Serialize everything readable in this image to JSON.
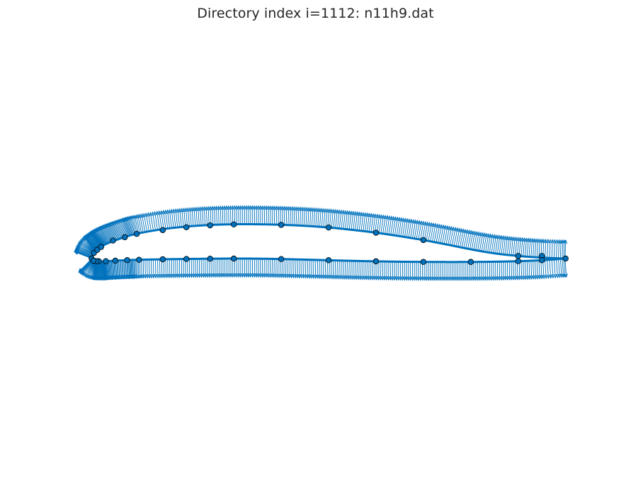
{
  "chart_data": {
    "type": "line",
    "title": "Directory index i=1112: n11h9.dat",
    "xlabel": "",
    "ylabel": "",
    "xlim": [
      -0.02,
      1.02
    ],
    "ylim": [
      -0.25,
      0.3
    ],
    "axes_visible": false,
    "grid": false,
    "legend": "none",
    "colors": {
      "surface": "#0072BD",
      "normals": "#0072BD",
      "control_marker_edge": "#000000",
      "control_marker_face": "#0072BD",
      "title": "#262626"
    },
    "series": [
      {
        "role": "upper-surface",
        "x": [
          0.0,
          0.005,
          0.01,
          0.02,
          0.03,
          0.05,
          0.075,
          0.1,
          0.15,
          0.2,
          0.25,
          0.3,
          0.35,
          0.4,
          0.45,
          0.5,
          0.55,
          0.6,
          0.65,
          0.7,
          0.75,
          0.8,
          0.85,
          0.9,
          0.95,
          1.0
        ],
        "y": [
          0.0,
          0.0125,
          0.0175,
          0.0245,
          0.0305,
          0.0385,
          0.047,
          0.0535,
          0.062,
          0.0675,
          0.0708,
          0.0723,
          0.0723,
          0.0712,
          0.069,
          0.0655,
          0.0605,
          0.0545,
          0.0472,
          0.039,
          0.0295,
          0.0195,
          0.011,
          0.0055,
          0.002,
          0.0
        ]
      },
      {
        "role": "lower-surface",
        "x": [
          0.0,
          0.005,
          0.01,
          0.02,
          0.03,
          0.05,
          0.075,
          0.1,
          0.15,
          0.2,
          0.25,
          0.3,
          0.35,
          0.4,
          0.45,
          0.5,
          0.55,
          0.6,
          0.65,
          0.7,
          0.75,
          0.8,
          0.85,
          0.9,
          0.95,
          1.0
        ],
        "y": [
          0.0,
          -0.0045,
          -0.0055,
          -0.006,
          -0.0055,
          -0.0045,
          -0.0033,
          -0.0025,
          -0.0015,
          -0.0008,
          -0.0003,
          0.0,
          -0.0002,
          -0.001,
          -0.0022,
          -0.0035,
          -0.0048,
          -0.0058,
          -0.0066,
          -0.007,
          -0.0072,
          -0.0071,
          -0.0066,
          -0.0055,
          -0.0035,
          0.0
        ]
      }
    ],
    "control_points": {
      "x": [
        0.0,
        0.005,
        0.012,
        0.02,
        0.045,
        0.07,
        0.095,
        0.15,
        0.2,
        0.25,
        0.3,
        0.4,
        0.5,
        0.6,
        0.7,
        0.9,
        0.95,
        1.0,
        0.95,
        0.9,
        0.8,
        0.7,
        0.6,
        0.5,
        0.4,
        0.3,
        0.25,
        0.2,
        0.15,
        0.1,
        0.075,
        0.05,
        0.03,
        0.015,
        0.01,
        0.004
      ],
      "y": [
        0.0,
        0.012,
        0.0185,
        0.0245,
        0.038,
        0.045,
        0.052,
        0.06,
        0.066,
        0.07,
        0.072,
        0.071,
        0.0655,
        0.0545,
        0.039,
        0.0055,
        0.0055,
        0.0,
        -0.0035,
        -0.0055,
        -0.0071,
        -0.007,
        -0.0058,
        -0.0035,
        -0.001,
        0.0,
        -0.0003,
        -0.0008,
        -0.0015,
        -0.0025,
        -0.0033,
        -0.0045,
        -0.0055,
        -0.0055,
        -0.0055,
        -0.0045
      ]
    }
  }
}
